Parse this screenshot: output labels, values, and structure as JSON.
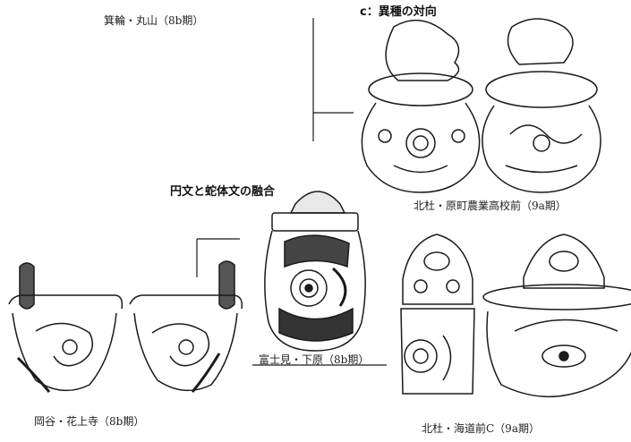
{
  "headings": {
    "contrast": "c：異種の対向",
    "fusion": "円文と蛇体文の融合"
  },
  "captions": {
    "minowa": "箕輪・丸山（8b期）",
    "harumachi": "北杜・原町農業高校前（9a期）",
    "fujimi": "富士見・下原（8b期）",
    "okaya": "岡谷・花上寺（8b期）",
    "kaido": "北杜・海道前C（9a期）"
  },
  "colors": {
    "ink": "#1a1a1a",
    "paper": "#ffffff"
  }
}
